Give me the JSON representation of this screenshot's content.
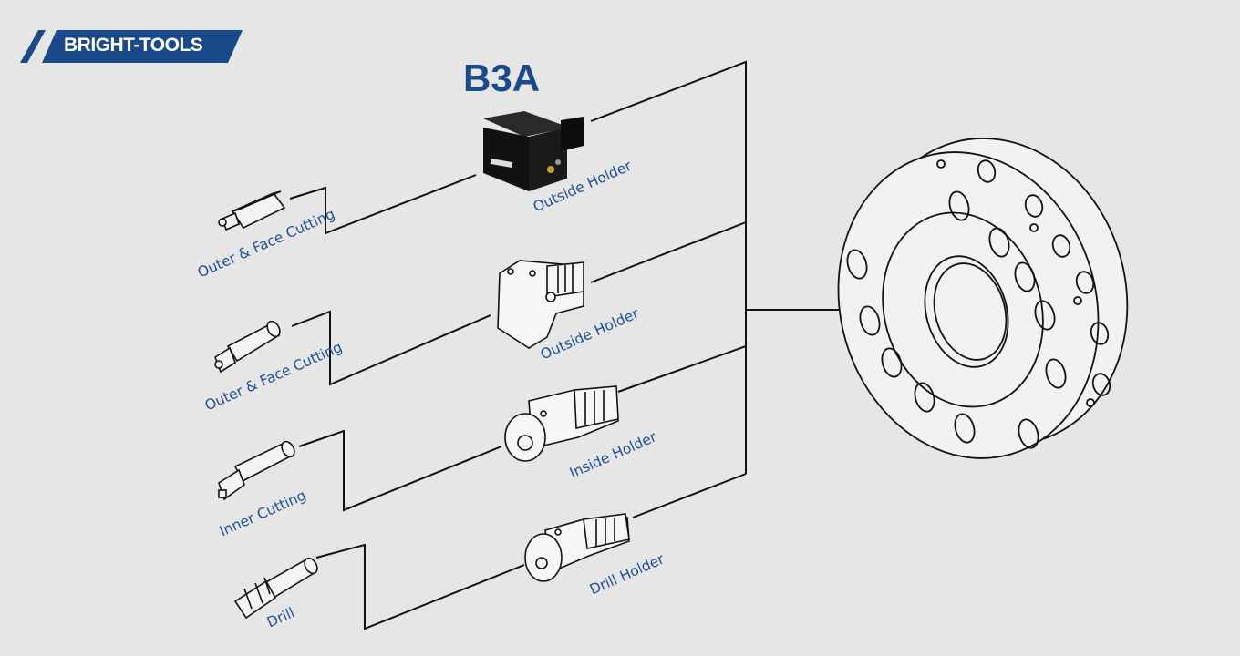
{
  "brand": {
    "name": "BRIGHT-TOOLS",
    "color": "#1b4a8a"
  },
  "title": "B3A",
  "tools": [
    {
      "label": "Outer & Face Cutting",
      "icon": "turning-tool-square-icon"
    },
    {
      "label": "Outer & Face Cutting",
      "icon": "turning-tool-round-icon"
    },
    {
      "label": "Inner Cutting",
      "icon": "boring-bar-icon"
    },
    {
      "label": "Drill",
      "icon": "drill-bit-icon"
    }
  ],
  "holders": [
    {
      "label": "Outside  Holder",
      "icon": "outside-holder-black-icon"
    },
    {
      "label": "Outside  Holder",
      "icon": "outside-holder-outline-icon"
    },
    {
      "label": "Inside Holder",
      "icon": "inside-holder-icon"
    },
    {
      "label": "Drill Holder",
      "icon": "drill-holder-icon"
    }
  ],
  "turret": {
    "icon": "turret-disc-icon"
  },
  "colors": {
    "label": "#1f4f95",
    "line": "#111111",
    "background": "#e6e6e6"
  }
}
